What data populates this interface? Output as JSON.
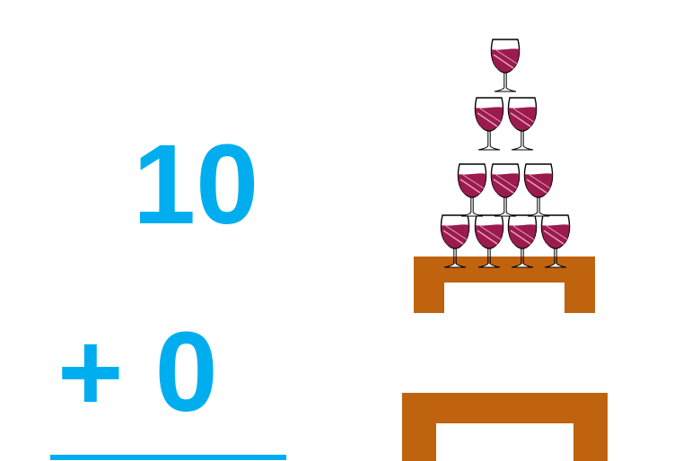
{
  "problem": {
    "top_number": "10",
    "bottom_number": "+ 0"
  },
  "illustration": {
    "tower_glass_count": 10,
    "tower_rows": [
      1,
      2,
      3,
      4
    ],
    "second_table_glass_count": 0,
    "icon": "wine-glass-icon"
  },
  "colors": {
    "number_blue": "#00aeef",
    "table_brown": "#c0630f",
    "wine": "#9b1b4f",
    "glass_outline": "#000000"
  }
}
